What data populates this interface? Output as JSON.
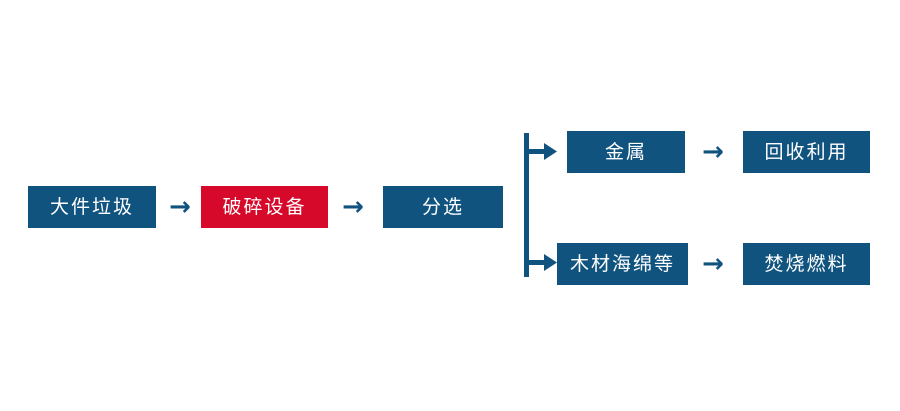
{
  "diagram": {
    "title": "",
    "type": "process-flow",
    "colors": {
      "node_blue": "#10537f",
      "node_red": "#d6092a",
      "arrow": "#10537f",
      "text": "#ffffff",
      "background": "#ffffff"
    },
    "nodes": [
      {
        "id": "bulky-waste",
        "label": "大件垃圾",
        "color": "blue"
      },
      {
        "id": "crushing-equipment",
        "label": "破碎设备",
        "color": "red"
      },
      {
        "id": "sorting",
        "label": "分选",
        "color": "blue"
      },
      {
        "id": "metal",
        "label": "金属",
        "color": "blue"
      },
      {
        "id": "recycling-reuse",
        "label": "回收利用",
        "color": "blue"
      },
      {
        "id": "wood-sponge-etc",
        "label": "木材海绵等",
        "color": "blue"
      },
      {
        "id": "incineration-fuel",
        "label": "焚烧燃料",
        "color": "blue"
      }
    ],
    "arrows": [
      {
        "id": "arrow-1",
        "glyph": "→",
        "from": "bulky-waste",
        "to": "crushing-equipment"
      },
      {
        "id": "arrow-2",
        "glyph": "→",
        "from": "crushing-equipment",
        "to": "sorting"
      },
      {
        "id": "arrow-3",
        "glyph": "→",
        "from": "metal",
        "to": "recycling-reuse"
      },
      {
        "id": "arrow-4",
        "glyph": "→",
        "from": "wood-sponge-etc",
        "to": "incineration-fuel"
      }
    ],
    "branch": {
      "id": "split-bracket",
      "from": "sorting",
      "to": [
        "metal",
        "wood-sponge-etc"
      ]
    }
  }
}
